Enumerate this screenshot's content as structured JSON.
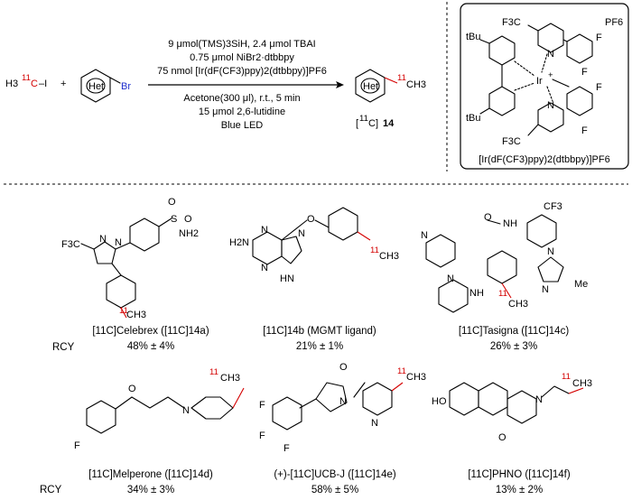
{
  "colors": {
    "isotope_red": "#d40000",
    "bromine_blue": "#1f2fcc",
    "ink": "#000000"
  },
  "reaction": {
    "reactant_methyl_iodide": {
      "h3": "H3",
      "iso": "11",
      "c": "C",
      "rest": "–I"
    },
    "plus": "+",
    "het_label": "Het",
    "bromine": "Br",
    "conditions_above": [
      "9 μmol(TMS)3SiH, 2.4 μmol TBAI",
      "0.75 μmol NiBr2·dtbbpy",
      "75 nmol [Ir(dF(CF3)ppy)2(dtbbpy)]PF6"
    ],
    "conditions_below": [
      "Acetone(300 μl), r.t., 5 min",
      "15 μmol 2,6-lutidine",
      "Blue LED"
    ],
    "product": {
      "het": "Het",
      "iso": "11",
      "ch3": "CH3",
      "label_pre": "[",
      "label_iso": "11",
      "label_post": "C]",
      "label_num": "14"
    }
  },
  "catalyst_box": {
    "pf6": "PF6",
    "metal": "Ir",
    "charge": "+",
    "tbu": "tBu",
    "cf3": "F3C",
    "f": "F",
    "n": "N",
    "caption": "[Ir(dF(CF3)ppy)2(dtbbpy)]PF6"
  },
  "compounds": [
    {
      "name": "[11C]Celebrex ([11C]14a)",
      "rcy": "48% ± 4%"
    },
    {
      "name": "[11C]14b (MGMT ligand)",
      "rcy": "21% ± 1%"
    },
    {
      "name": "[11C]Tasigna ([11C]14c)",
      "rcy": "26% ± 3%"
    },
    {
      "name": "[11C]Melperone ([11C]14d)",
      "rcy": "34% ± 3%"
    },
    {
      "name": "(+)-[11C]UCB-J ([11C]14e)",
      "rcy": "58% ± 5%"
    },
    {
      "name": "[11C]PHNO ([11C]14f)",
      "rcy": "13% ± 2%"
    }
  ],
  "rcy_label": "RCY",
  "structure_text": {
    "a": {
      "so2": "S",
      "o": "O",
      "nh2": "NH2",
      "n": "N",
      "cf3": "F3C",
      "ch3": "CH3",
      "iso": "11"
    },
    "b": {
      "h2n": "H2N",
      "n": "N",
      "hn": "HN",
      "o": "O",
      "ch3": "CH3",
      "iso": "11"
    },
    "c": {
      "cf3": "CF3",
      "n": "N",
      "o": "O",
      "nh": "NH",
      "me": "Me",
      "ch3": "CH3",
      "iso": "11"
    },
    "d": {
      "o": "O",
      "f": "F",
      "n": "N",
      "ch3": "CH3",
      "iso": "11"
    },
    "e": {
      "o": "O",
      "f": "F",
      "n": "N",
      "ch3": "CH3",
      "iso": "11"
    },
    "f": {
      "ho": "HO",
      "o": "O",
      "n": "N",
      "ch3": "CH3",
      "iso": "11"
    }
  }
}
